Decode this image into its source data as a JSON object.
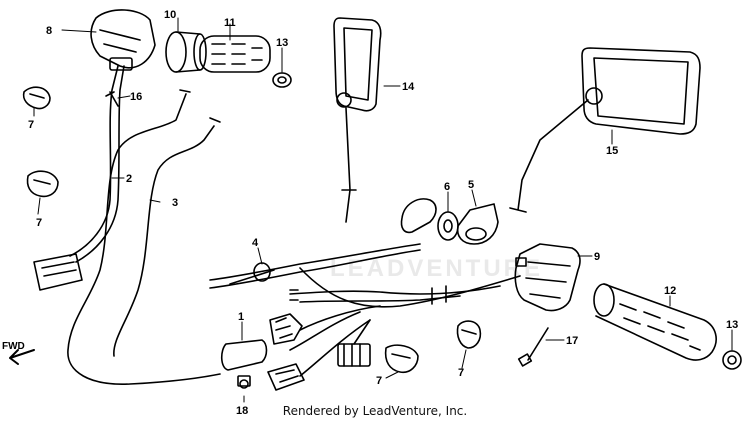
{
  "callouts": {
    "c1": "1",
    "c2": "2",
    "c3": "3",
    "c4": "4",
    "c5": "5",
    "c6": "6",
    "c7a": "7",
    "c7b": "7",
    "c7c": "7",
    "c7d": "7",
    "c8": "8",
    "c9": "9",
    "c10": "10",
    "c11": "11",
    "c12": "12",
    "c13a": "13",
    "c13b": "13",
    "c14": "14",
    "c15": "15",
    "c16": "16",
    "c17": "17",
    "c18": "18"
  },
  "direction_label": "FWD",
  "watermark_text": "LEADVENTURE",
  "footer_text": "Rendered by LeadVenture, Inc."
}
